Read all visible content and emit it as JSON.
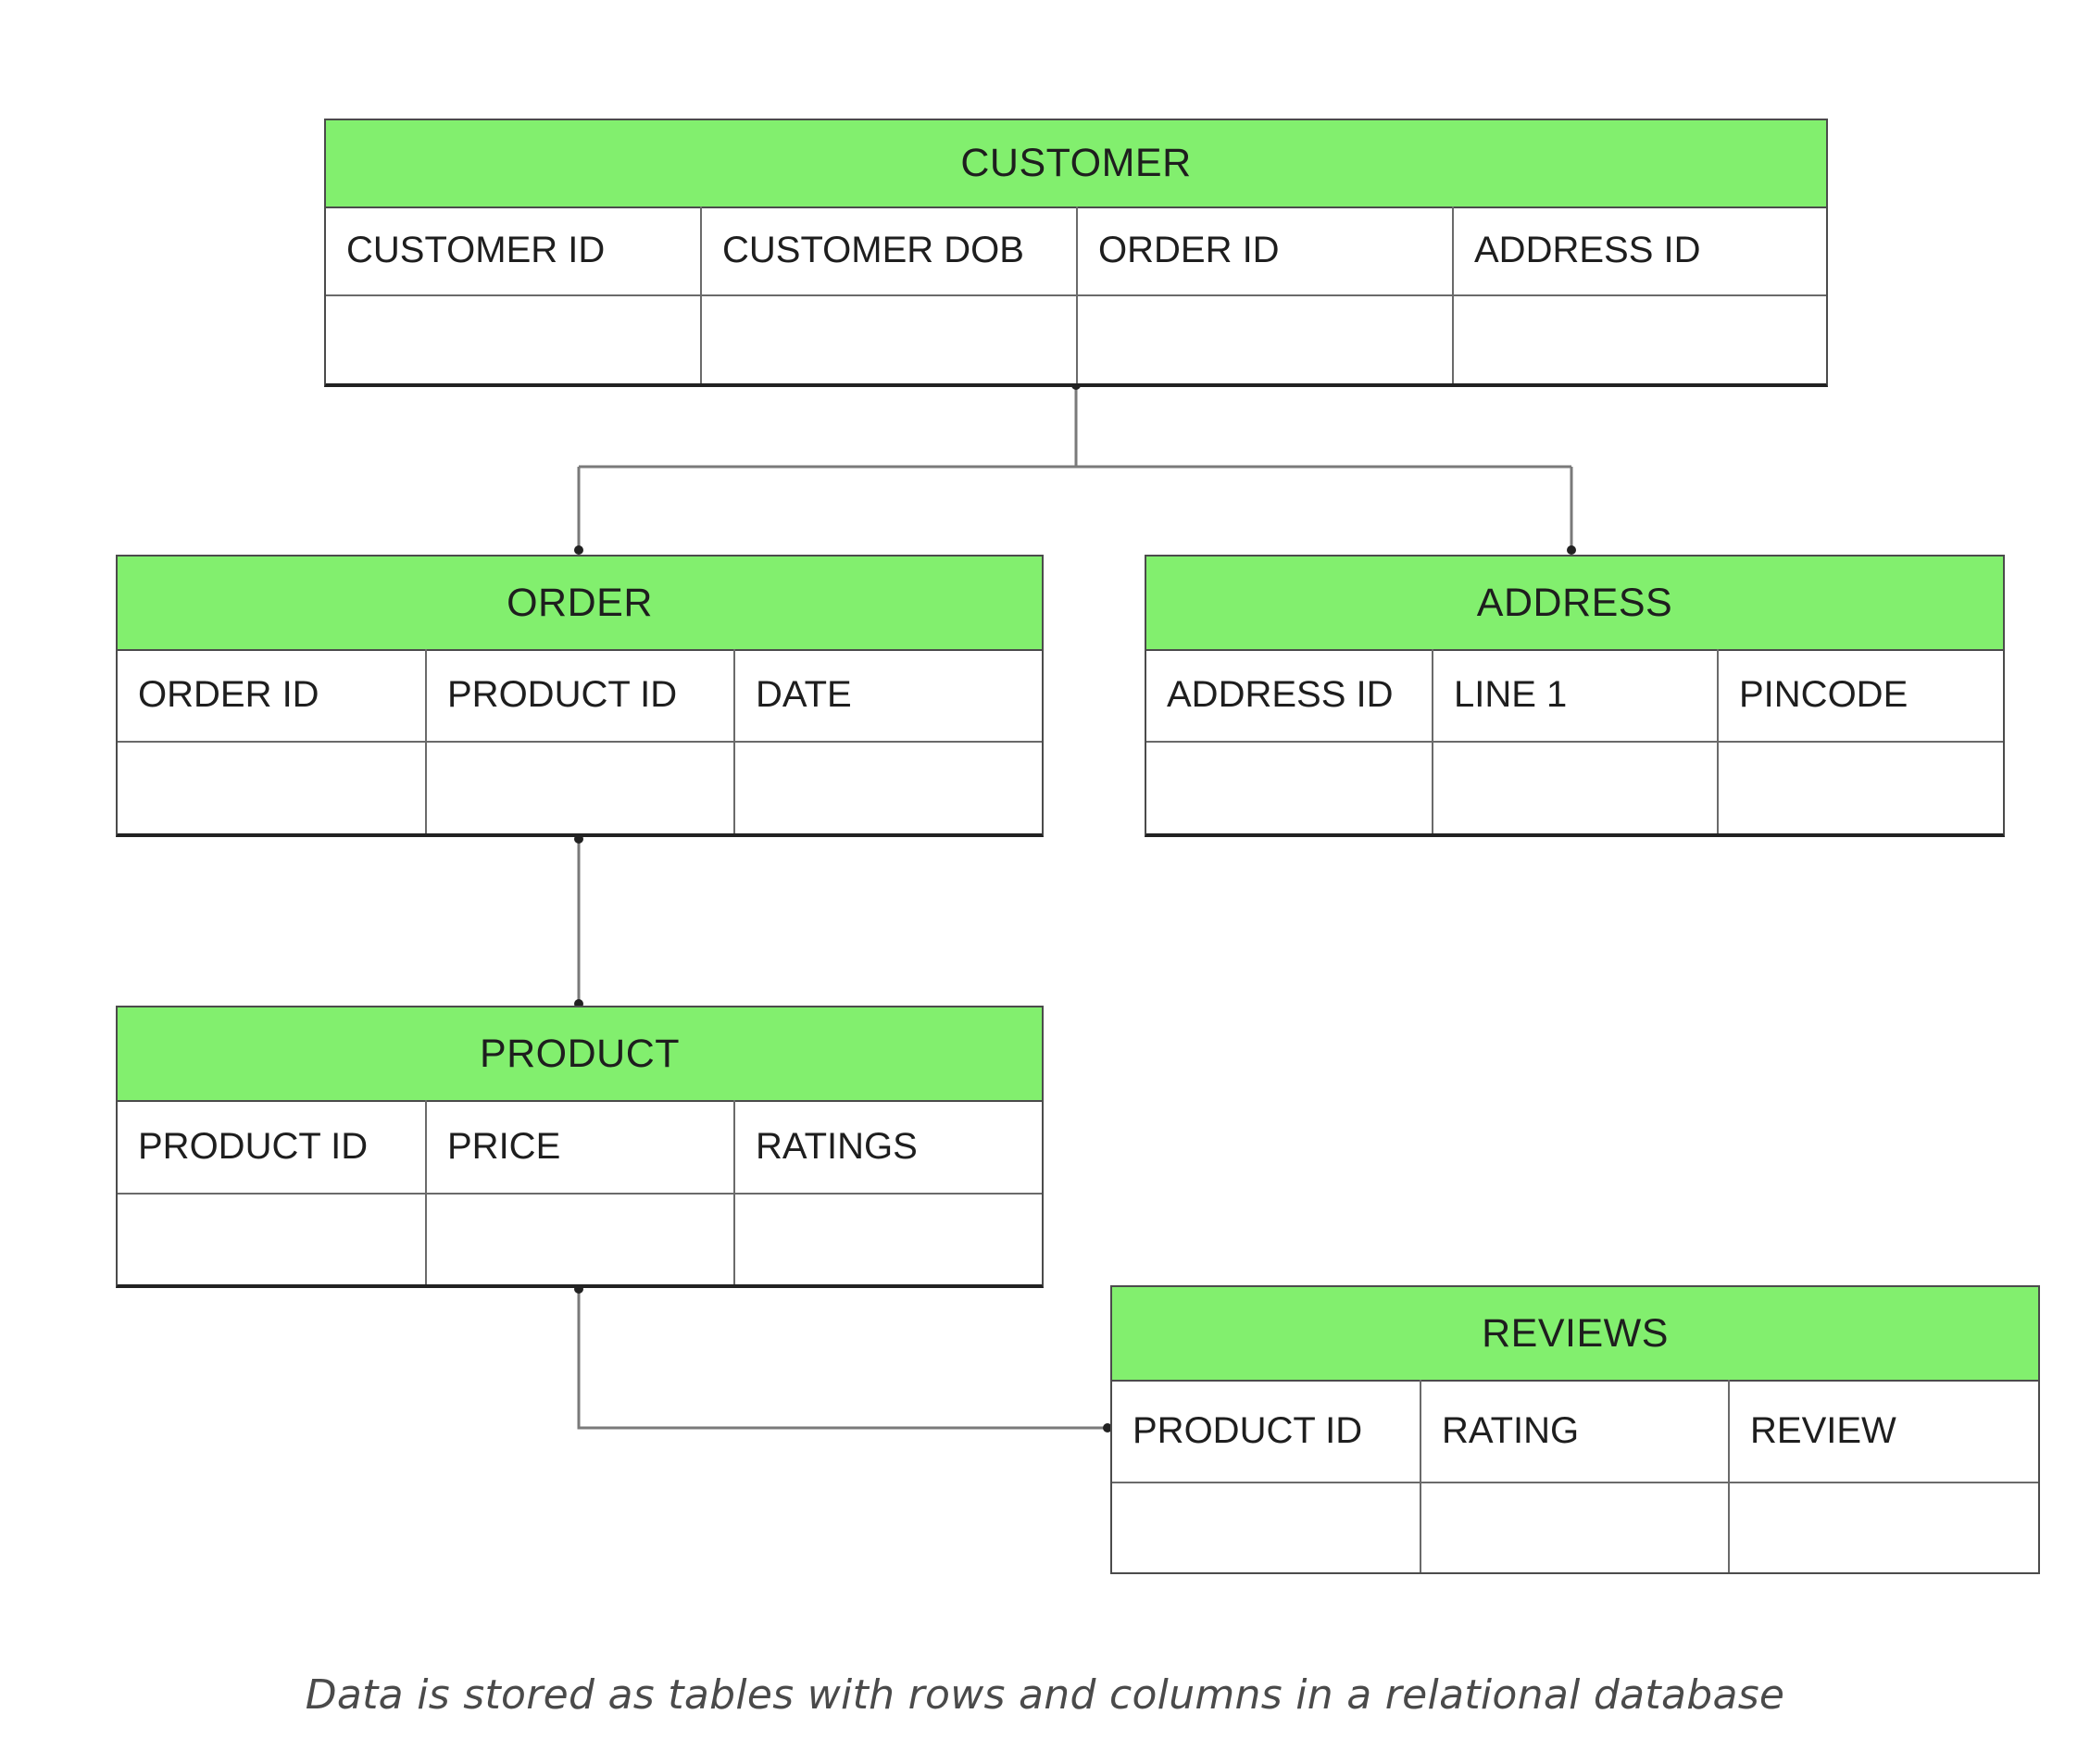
{
  "tables": {
    "customer": {
      "title": "CUSTOMER",
      "columns": [
        "CUSTOMER ID",
        "CUSTOMER DOB",
        "ORDER ID",
        "ADDRESS ID"
      ]
    },
    "order": {
      "title": "ORDER",
      "columns": [
        "ORDER ID",
        "PRODUCT ID",
        "DATE"
      ]
    },
    "address": {
      "title": "ADDRESS",
      "columns": [
        "ADDRESS ID",
        "LINE 1",
        "PINCODE"
      ]
    },
    "product": {
      "title": "PRODUCT",
      "columns": [
        "PRODUCT ID",
        "PRICE",
        "RATINGS"
      ]
    },
    "reviews": {
      "title": "REVIEWS",
      "columns": [
        "PRODUCT ID",
        "RATING",
        "REVIEW"
      ]
    }
  },
  "relationships": [
    {
      "from": "customer",
      "to": "order"
    },
    {
      "from": "customer",
      "to": "address"
    },
    {
      "from": "order",
      "to": "product"
    },
    {
      "from": "product",
      "to": "reviews"
    }
  ],
  "colors": {
    "header_fill": "#82ef6e",
    "border": "#4b4b4b",
    "connector": "#7a7a7a",
    "caption_text": "#4a4a4a"
  },
  "caption": "Data is stored as tables with rows and columns in a relational database"
}
